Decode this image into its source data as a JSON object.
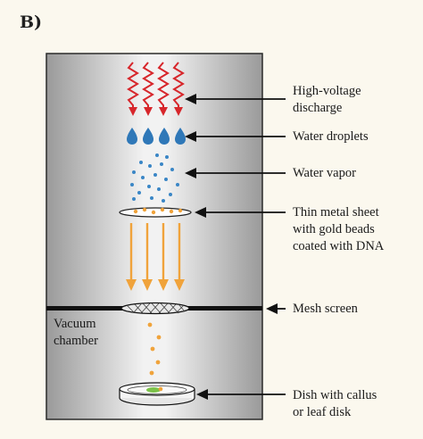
{
  "panel_label": "B)",
  "chamber_label": "Vacuum\nchamber",
  "callouts": [
    {
      "text": "High-voltage\ndischarge"
    },
    {
      "text": "Water droplets"
    },
    {
      "text": "Water vapor"
    },
    {
      "text": "Thin metal sheet\nwith gold beads\ncoated with DNA"
    },
    {
      "text": "Mesh screen"
    },
    {
      "text": "Dish with callus\nor leaf disk"
    }
  ],
  "colors": {
    "discharge": "#d7262b",
    "droplets": "#2f78b8",
    "vapor": "#3a86c6",
    "gold_beads": "#f0a33b",
    "frame": "#2a2a2a"
  }
}
